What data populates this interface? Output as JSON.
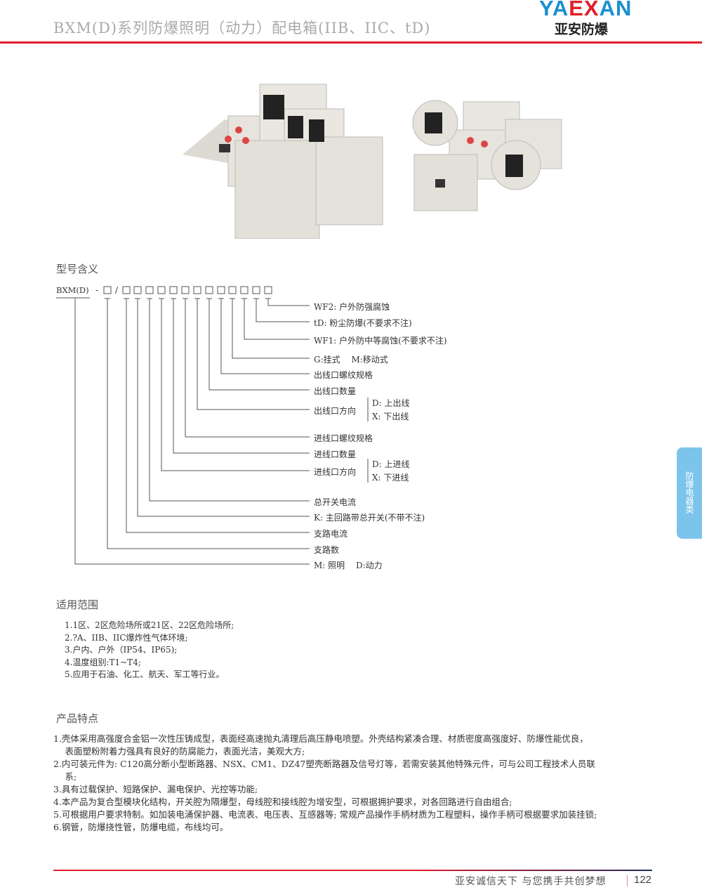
{
  "header": {
    "title": "BXM(D)系列防爆照明（动力）配电箱(IIB、IIC、tD)",
    "logo_en_a": "YA",
    "logo_en_b": "EX",
    "logo_en_c": "AN",
    "logo_cn": "亚安防爆"
  },
  "model": {
    "heading": "型号含义",
    "prefix": "BXM(D)",
    "dash": "-",
    "slash": "/",
    "labels": {
      "wf2": "WF2: 户外防强腐蚀",
      "td": "tD: 粉尘防爆(不要求不注)",
      "wf1": "WF1: 户外防中等腐蚀(不要求不注)",
      "g": "G:挂式　 M:移动式",
      "out_thread": "出线口螺纹规格",
      "out_qty": "出线口数量",
      "out_dir": "出线口方向",
      "out_d": "D: 上出线",
      "out_x": "X: 下出线",
      "in_thread": "进线口螺纹规格",
      "in_qty": "进线口数量",
      "in_dir": "进线口方向",
      "in_d": "D: 上进线",
      "in_x": "X: 下进线",
      "main_current": "总开关电流",
      "k": "K: 主回路带总开关(不带不注)",
      "branch_current": "支路电流",
      "branch_count": "支路数",
      "m": "M: 照明　 D:动力"
    }
  },
  "scope": {
    "heading": "适用范围",
    "items": [
      "1.1区、2区危险场所或21区、22区危险场所;",
      "2.?A、IIB、IIC爆炸性气体环境;",
      "3.户内、户外（IP54、IP65);",
      "4.温度组别:T1~T4;",
      "5.应用于石油、化工、航天、军工等行业。"
    ]
  },
  "features": {
    "heading": "产品特点",
    "items": [
      "1.壳体采用高强度合金铝一次性压铸成型，表面经高速抛丸清理后高压静电喷塑。外壳结构紧凑合理、材质密度高强度好、防爆性能优良，",
      "　 表面塑粉附着力强具有良好的防腐能力，表面光洁，美观大方;",
      "2.内可装元件为: C120高分断小型断路器、NSX、CM1、DZ47塑壳断路器及信号灯等，若需安装其他特殊元件，可与公司工程技术人员联",
      "　 系;",
      "3.具有过载保护、短路保护、漏电保护、光控等功能;",
      "4.本产品为复合型模块化结构，开关腔为隔爆型，母线腔和接线腔为增安型，可根据拥护要求，对各回路进行自由组合;",
      "5.可根据用户要求特制。如加装电涌保护器、电流表、电压表、互感器等; 常规产品操作手柄材质为工程塑料，操作手柄可根据要求加装挂锁;",
      "6.钢管，防爆挠性管，防爆电缆，布线均可。"
    ]
  },
  "side_tab": "防爆电器类",
  "footer": {
    "slogan": "亚安诚信天下 与您携手共创梦想",
    "page": "122"
  }
}
